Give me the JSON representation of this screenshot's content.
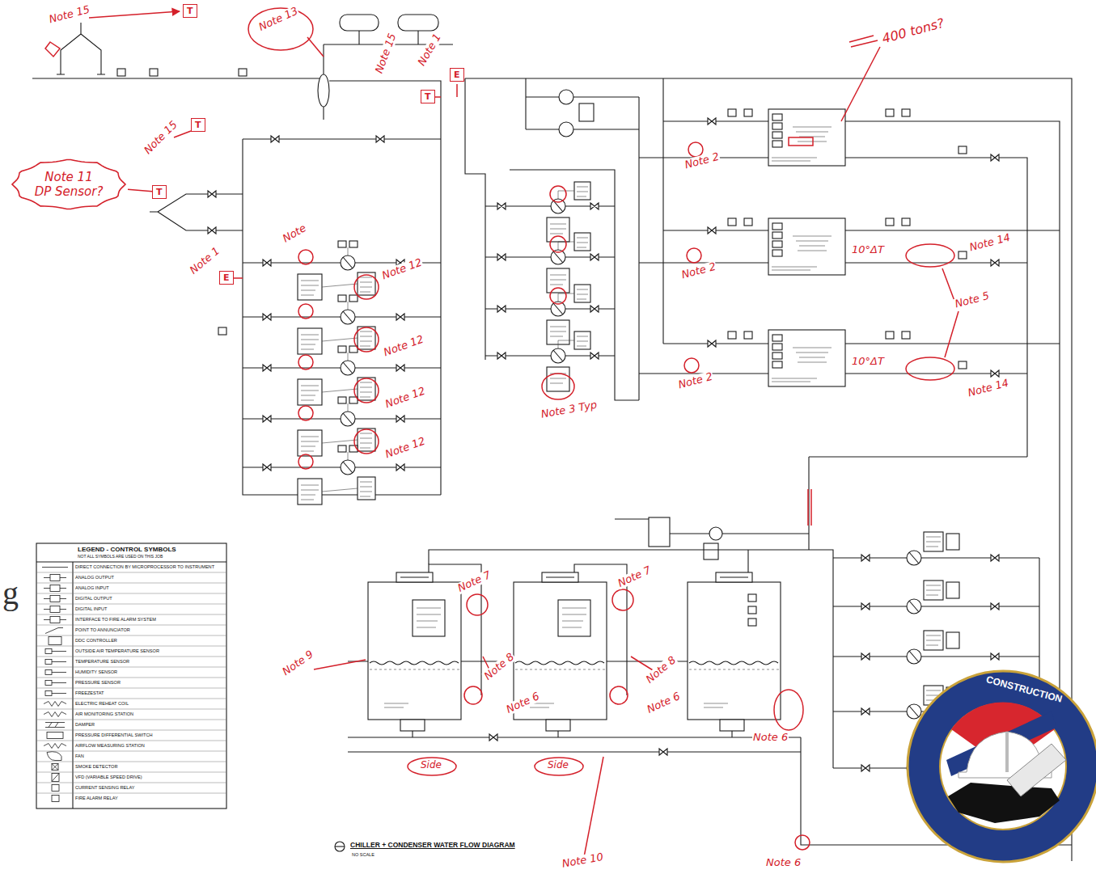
{
  "diagram": {
    "title": "CHILLER + CONDENSER WATER FLOW DIAGRAM",
    "nodes": [
      {
        "text": [
          "Note 11",
          "DP Sensor?"
        ]
      },
      {
        "text": [
          "T"
        ]
      },
      {
        "text": [
          "T"
        ]
      },
      {
        "text": [
          "T"
        ]
      },
      {
        "text": [
          "T"
        ]
      },
      {
        "text": [
          "E"
        ]
      },
      {
        "text": [
          "E"
        ]
      }
    ],
    "edges": [
      {
        "from": 0,
        "to": 3,
        "arrow": "none"
      }
    ],
    "labels": [
      "Note 15",
      "Note 13",
      "Note 15",
      "Note 1",
      "400 tons?",
      "Note 15",
      "Note 1",
      "Note",
      "Note 12",
      "Note 12",
      "Note 12",
      "Note 12",
      "Note 2",
      "Note 2",
      "Note 2",
      "10°ΔT",
      "10°ΔT",
      "Note 14",
      "Note 5",
      "Note 14",
      "Note 3 Typ",
      "Note 7",
      "Note 7",
      "Note 9",
      "Note 8",
      "Note 8",
      "Note 6",
      "Note 6",
      "Note 6",
      "Note 6",
      "Side",
      "Side",
      "Note 10",
      "LEGEND - CONTROL SYMBOLS",
      "NOT ALL SYMBOLS ARE USED ON THIS JOB",
      "NO SCALE",
      "g",
      "CONSTRUCTION"
    ],
    "legend": [
      {
        "text": "DIRECT CONNECTION BY MICROPROCESSOR TO INSTRUMENT"
      },
      {
        "text": "ANALOG OUTPUT"
      },
      {
        "text": "ANALOG INPUT"
      },
      {
        "text": "DIGITAL OUTPUT"
      },
      {
        "text": "DIGITAL INPUT"
      },
      {
        "text": "INTERFACE TO FIRE ALARM SYSTEM"
      },
      {
        "text": "POINT TO ANNUNCIATOR"
      },
      {
        "text": "DDC CONTROLLER"
      },
      {
        "text": "OUTSIDE AIR TEMPERATURE SENSOR"
      },
      {
        "text": "TEMPERATURE SENSOR"
      },
      {
        "text": "HUMIDITY SENSOR"
      },
      {
        "text": "PRESSURE SENSOR"
      },
      {
        "text": "FREEZESTAT"
      },
      {
        "text": "ELECTRIC REHEAT COIL"
      },
      {
        "text": "AIR MONITORING STATION"
      },
      {
        "text": "DAMPER"
      },
      {
        "text": "PRESSURE DIFFERENTIAL SWITCH"
      },
      {
        "text": "AIRFLOW MEASURING STATION"
      },
      {
        "text": "FAN"
      },
      {
        "text": "SMOKE DETECTOR"
      },
      {
        "text": "VFD (VARIABLE SPEED DRIVE)"
      },
      {
        "text": "CURRENT SENSING RELAY"
      },
      {
        "text": "FIRE ALARM RELAY"
      }
    ]
  }
}
